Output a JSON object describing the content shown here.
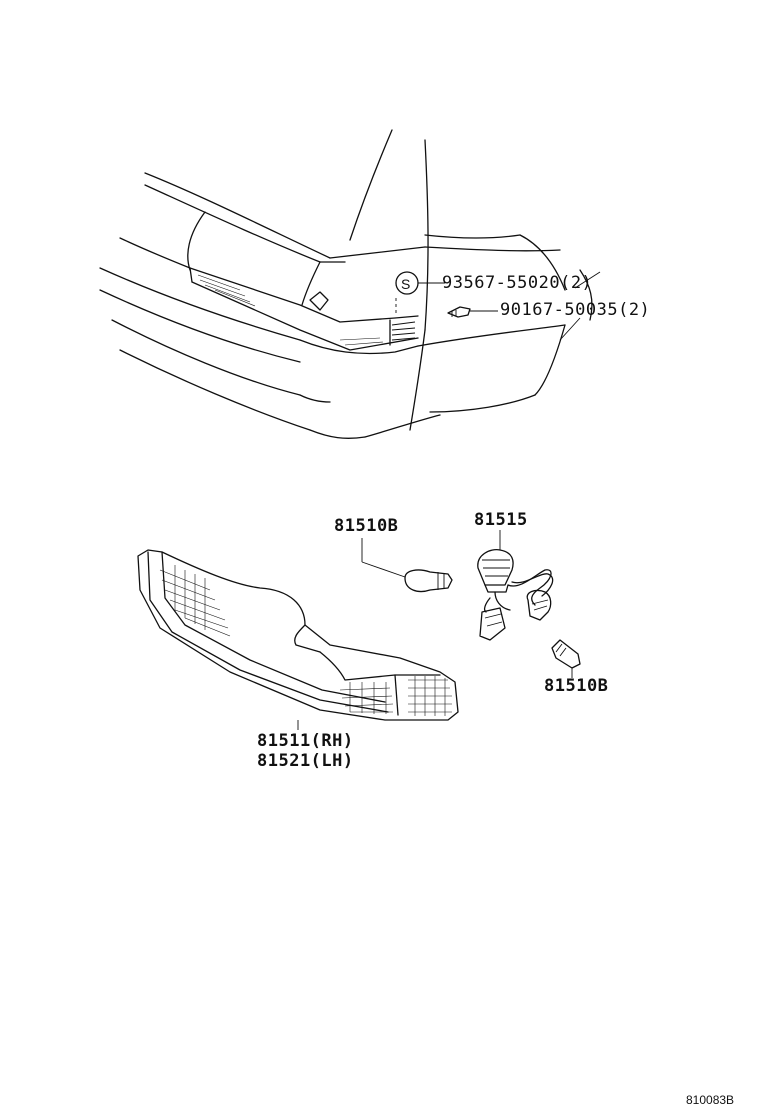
{
  "callouts": {
    "screw_part": "93567-55020(2)",
    "screw_marker": "S",
    "clip_part": "90167-50035(2)",
    "bulb_upper": "81510B",
    "socket_part": "81515",
    "bulb_lower": "81510B",
    "lamp_rh": "81511(RH)",
    "lamp_lh": "81521(LH)"
  },
  "diagram_code": "810083B"
}
